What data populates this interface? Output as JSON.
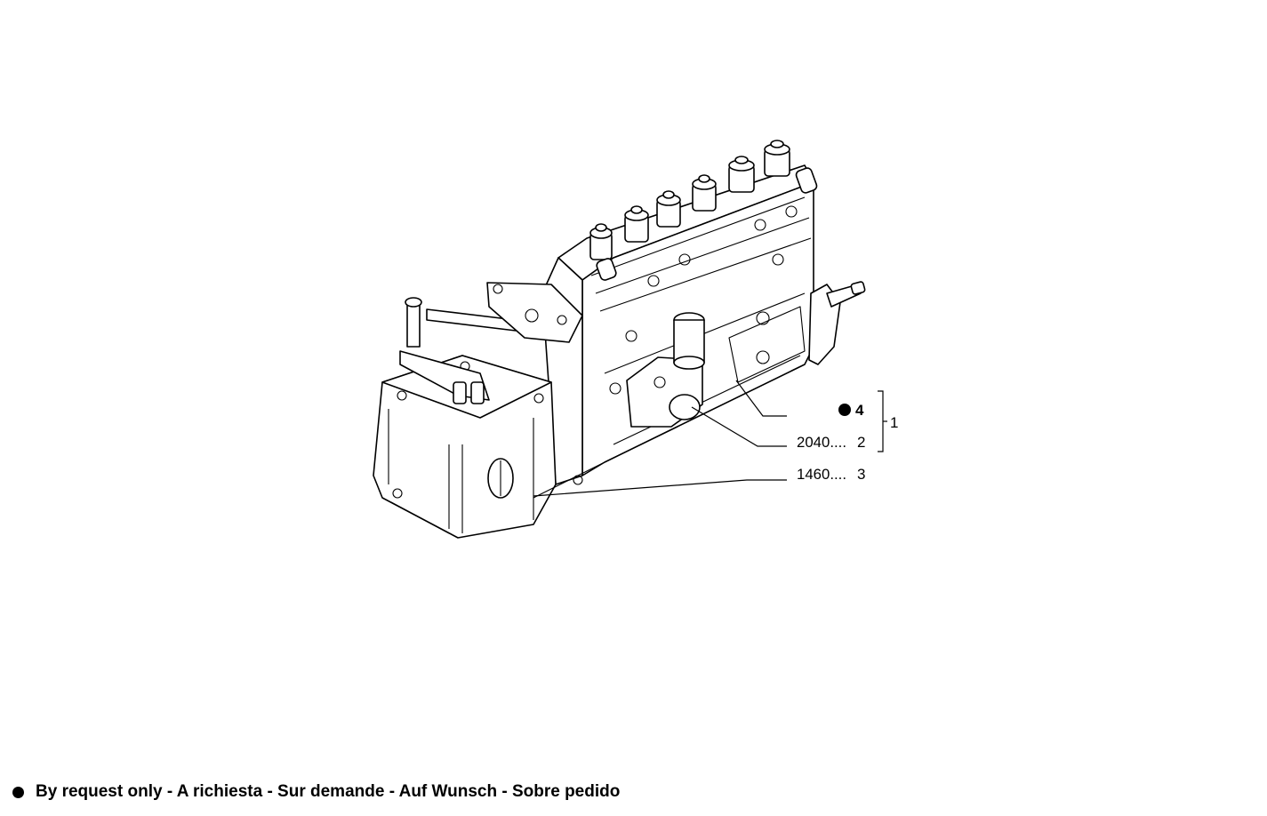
{
  "callouts": {
    "item4": {
      "ref": "4",
      "marker": "filled-circle",
      "part_number": ""
    },
    "item2": {
      "ref": "2",
      "part_number": "2040...."
    },
    "item3": {
      "ref": "3",
      "part_number": "1460...."
    },
    "group": {
      "ref": "1",
      "members": [
        "4",
        "2"
      ]
    }
  },
  "legend": {
    "marker": "filled-circle",
    "text": "By request only - A richiesta - Sur demande - Auf Wunsch - Sobre pedido"
  },
  "colors": {
    "line": "#000000",
    "background": "#ffffff"
  }
}
